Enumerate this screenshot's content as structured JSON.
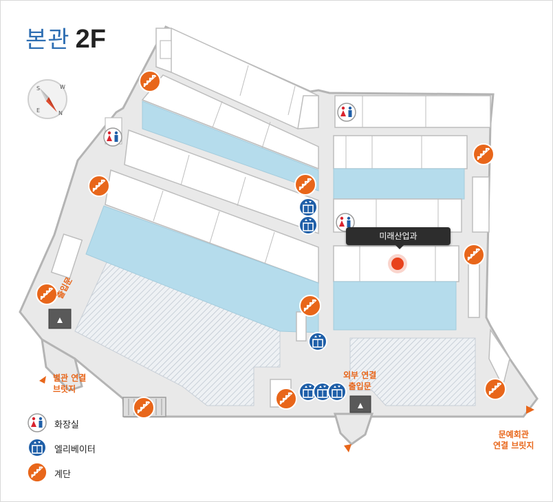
{
  "title": {
    "building": "본관",
    "floor": "2F"
  },
  "tooltip": {
    "label": "미래산업과"
  },
  "labels": {
    "entrance": "출입문",
    "annex_bridge_line1": "별관 연결",
    "annex_bridge_line2": "브릿지",
    "external_entrance_line1": "외부 연결",
    "external_entrance_line2": "출입문",
    "culture_bridge_line1": "문예회관",
    "culture_bridge_line2": "연결 브릿지"
  },
  "compass": {
    "letters": [
      "S",
      "W",
      "E",
      "N"
    ]
  },
  "legend": [
    {
      "icon": "restroom-icon",
      "label": "화장실"
    },
    {
      "icon": "elevator-icon",
      "label": "엘리베이터"
    },
    {
      "icon": "stairs-icon",
      "label": "계단"
    }
  ],
  "colors": {
    "accent_orange": "#e8661a",
    "elevator_blue": "#1f5fa8",
    "corridor_blue": "#b5dcec",
    "floor_gray": "#e9e9e9",
    "wall_gray": "#b4b4b4",
    "location_marker": "#e8421c",
    "title_blue": "#2f6fb3"
  }
}
